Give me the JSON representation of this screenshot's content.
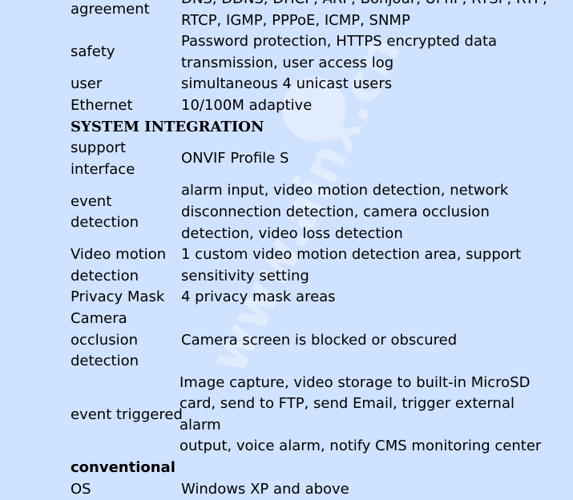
{
  "rows_top": [
    {
      "key": "agreement",
      "value_lines": [
        "DNS, DDNS, DHCP, ARP, Bonjour, UPnP, RTSP, RTP,",
        "RTCP, IGMP, PPPoE, ICMP, SNMP"
      ]
    },
    {
      "key": "safety",
      "value_lines": [
        "Password protection, HTTPS encrypted data",
        "transmission, user access log"
      ]
    },
    {
      "key": "user",
      "value_lines": [
        "simultaneous 4 unicast users"
      ]
    },
    {
      "key": "Ethernet",
      "value_lines": [
        "10/100M adaptive"
      ]
    }
  ],
  "section_system": "SYSTEM INTEGRATION",
  "rows_system": [
    {
      "key_lines": [
        "support",
        "interface"
      ],
      "value_lines": [
        "ONVIF Profile S"
      ]
    },
    {
      "key_lines": [
        "event",
        "detection"
      ],
      "value_lines": [
        "alarm input, video motion detection, network",
        "disconnection detection, camera occlusion",
        "detection, video loss detection"
      ]
    },
    {
      "key_lines": [
        "Video motion",
        "detection"
      ],
      "value_lines": [
        "1 custom video motion detection area, support",
        "sensitivity setting"
      ]
    },
    {
      "key_lines": [
        "Privacy Mask"
      ],
      "value_lines": [
        "4 privacy mask areas"
      ]
    },
    {
      "key_lines": [
        "Camera",
        "occlusion",
        "detection"
      ],
      "value_lines": [
        "Camera screen is blocked or obscured"
      ]
    },
    {
      "key_lines": [
        "event triggered"
      ],
      "value_lines": [
        "Image capture, video storage to built-in MicroSD",
        "card, send to FTP, send Email, trigger external alarm",
        "output, voice alarm, notify CMS monitoring center"
      ]
    }
  ],
  "section_conventional": "conventional",
  "rows_conventional": [
    {
      "key_lines": [
        "OS"
      ],
      "value_lines": [
        "Windows XP and above"
      ]
    }
  ],
  "watermark_text": "www.ainx.cn",
  "colors": {
    "background": "#cfe2ff",
    "watermark": "#e2edff"
  }
}
